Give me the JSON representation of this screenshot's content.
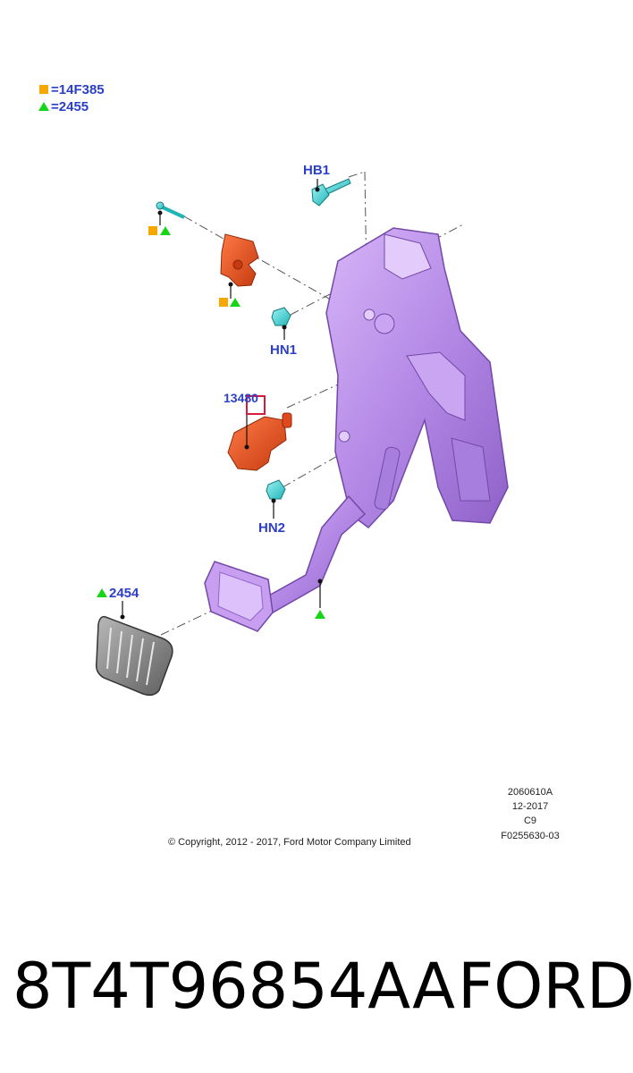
{
  "legend": [
    {
      "symbol": "orange-square",
      "text": "=14F385"
    },
    {
      "symbol": "green-triangle",
      "text": "=2455"
    }
  ],
  "callouts": {
    "hb1": "HB1",
    "hn1": "HN1",
    "hn2": "HN2",
    "switch": "13480",
    "pad": "2454"
  },
  "meta": {
    "ref1": "2060610A",
    "ref2": "12-2017",
    "ref3": "C9",
    "ref4": "F0255630-03",
    "copyright": "© Copyright, 2012 - 2017, Ford Motor Company Limited"
  },
  "footer": {
    "part_number": "8T4T96854AA",
    "brand": "FORD"
  },
  "colors": {
    "callout": "#2b3fc7",
    "bracket": "#b98de8",
    "sensor": "#e0481d",
    "fastener": "#3fd6d6",
    "pad": "#8a8a8a",
    "square": "#f5a800",
    "triangle": "#16d416",
    "highlight": "#d81b3a"
  }
}
